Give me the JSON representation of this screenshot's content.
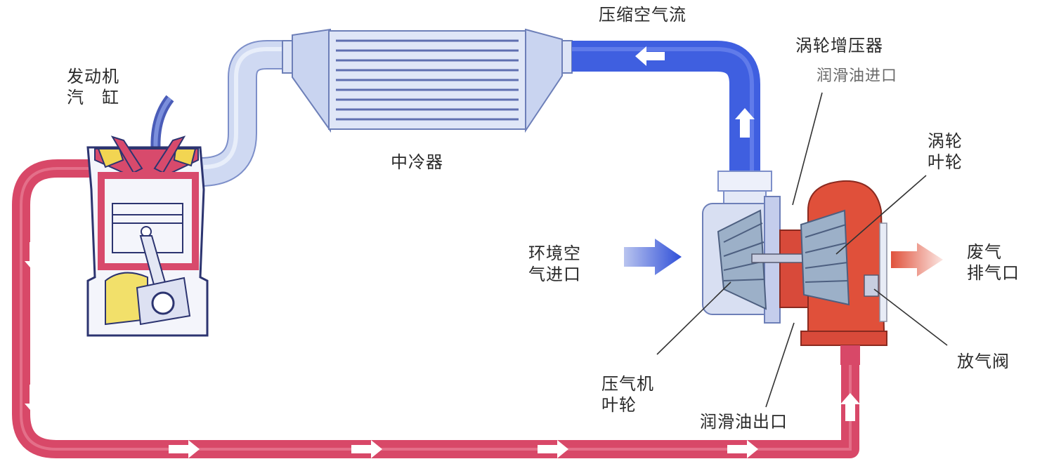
{
  "labels": {
    "engine_cylinder": [
      "发动机",
      "汽　缸"
    ],
    "compressed_air_flow": "压缩空气流",
    "intercooler": "中冷器",
    "turbocharger": "涡轮增压器",
    "oil_inlet": "润滑油进口",
    "turbine_wheel": [
      "涡轮",
      "叶轮"
    ],
    "ambient_air_inlet": [
      "环境空",
      "气进口"
    ],
    "exhaust_outlet": [
      "废气",
      "排气口"
    ],
    "compressor_wheel": [
      "压气机",
      "叶轮"
    ],
    "oil_outlet": "润滑油出口",
    "wastegate": "放气阀"
  },
  "colors": {
    "exhaust_pipe": "#d84868",
    "compressed_air_pipe": "#3f5fe0",
    "intake_pipe": "#c4d0ef",
    "turbine_housing": "#e0503a",
    "compressor_housing": "#d8dff2",
    "engine_fill": "#d84a6c",
    "leader_line": "#333333"
  }
}
